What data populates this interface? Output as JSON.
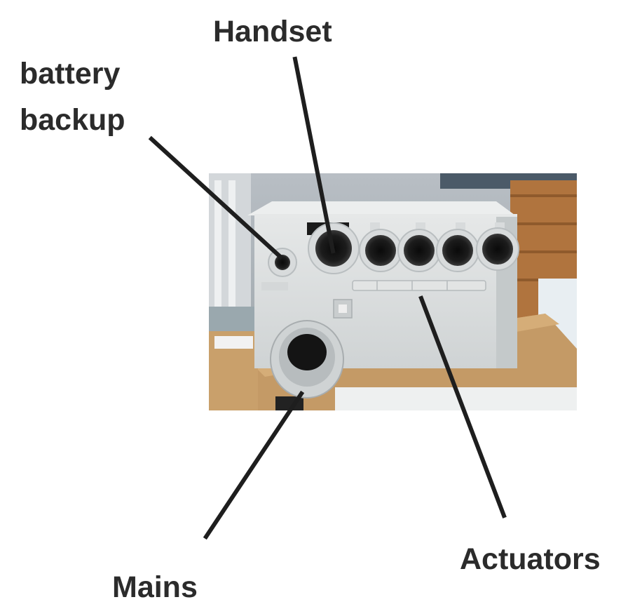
{
  "labels": {
    "handset": "Handset",
    "battery_line1": "battery",
    "battery_line2": "backup",
    "actuators": "Actuators",
    "mains": "Mains"
  },
  "colors": {
    "text": "#2b2b2b",
    "leader": "#1e1e1e",
    "enclosure": "#dcdfe0",
    "carton": "#c49a66"
  }
}
